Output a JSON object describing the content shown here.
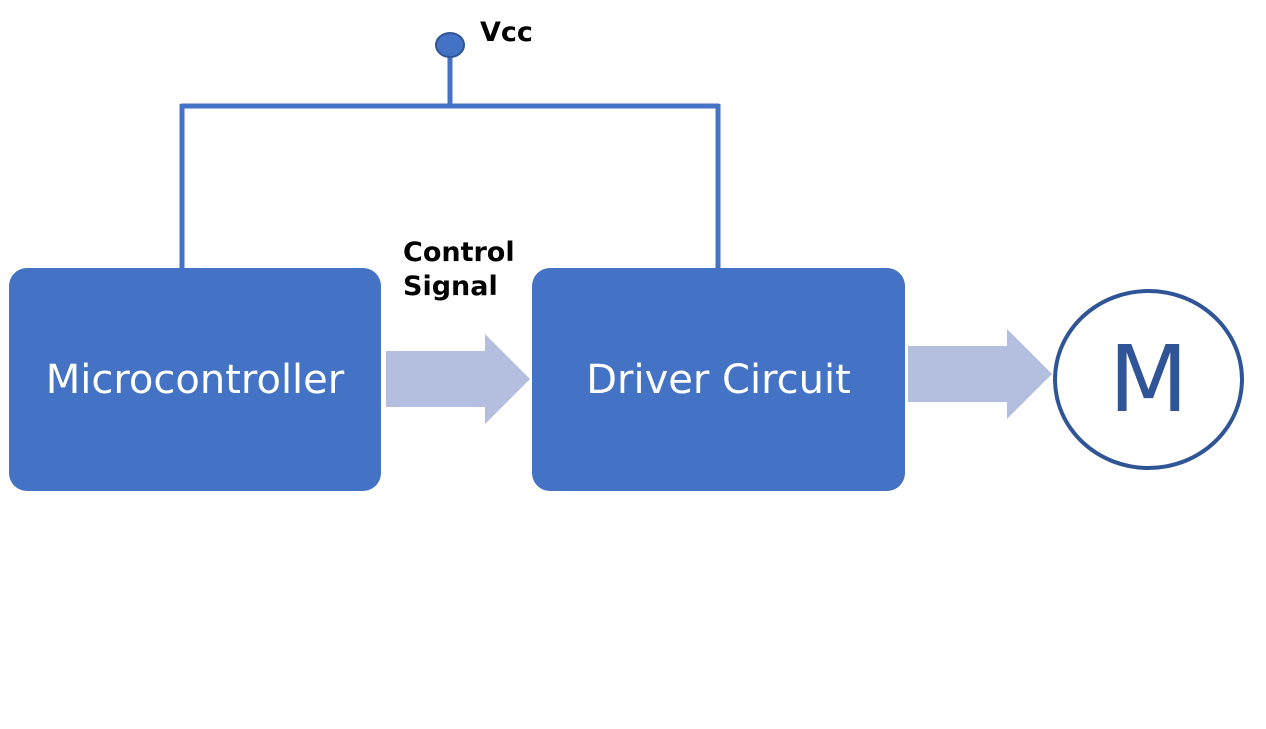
{
  "diagram": {
    "supply_label": "Vcc",
    "signal_label_line1": "Control",
    "signal_label_line2": "Signal",
    "block_microcontroller": "Microcontroller",
    "block_driver": "Driver Circuit",
    "motor_symbol": "M"
  },
  "colors": {
    "block_fill": "#4472c4",
    "wire": "#4472c4",
    "arrow_fill": "#b4bfe0",
    "motor_outline": "#2f5597",
    "terminal_fill": "#4472c4",
    "terminal_outline": "#2f5597"
  }
}
